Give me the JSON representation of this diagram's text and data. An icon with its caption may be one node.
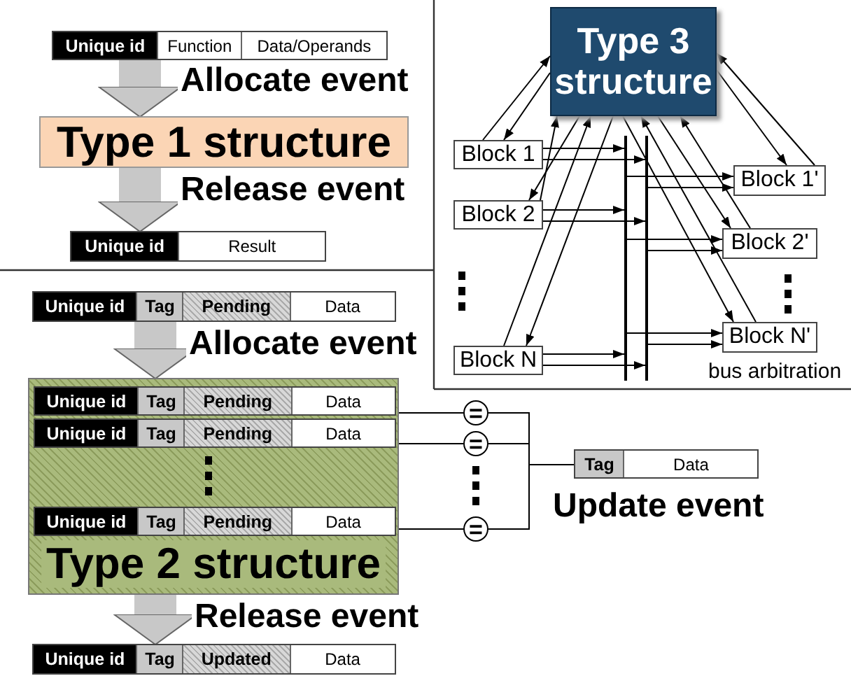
{
  "diagram": {
    "nodes": [
      {
        "text": [
          "Unique id",
          "Function",
          "Data/Operands"
        ]
      },
      {
        "text": [
          "Type 1 structure"
        ]
      },
      {
        "text": [
          "Unique id",
          "Result"
        ]
      },
      {
        "text": [
          "Type 3 structure"
        ]
      },
      {
        "text": [
          "Block 1"
        ]
      },
      {
        "text": [
          "Block 2"
        ]
      },
      {
        "text": [
          "Block N"
        ]
      },
      {
        "text": [
          "Block 1'"
        ]
      },
      {
        "text": [
          "Block 2'"
        ]
      },
      {
        "text": [
          "Block N'"
        ]
      },
      {
        "text": [],
        "shape": "bar"
      },
      {
        "text": [],
        "shape": "bar"
      },
      {
        "text": [
          "Unique id",
          "Tag",
          "Pending",
          "Data"
        ]
      },
      {
        "text": [
          "Type 2 structure"
        ]
      },
      {
        "text": [
          "Unique id",
          "Tag",
          "Pending",
          "Data"
        ],
        "in": 13
      },
      {
        "text": [
          "Unique id",
          "Tag",
          "Pending",
          "Data"
        ],
        "in": 13
      },
      {
        "text": [
          "Unique id",
          "Tag",
          "Pending",
          "Data"
        ],
        "in": 13
      },
      {
        "text": [
          "Unique id",
          "Tag",
          "Updated",
          "Data"
        ]
      },
      {
        "text": [
          "="
        ]
      },
      {
        "text": [
          "="
        ]
      },
      {
        "text": [
          "="
        ]
      },
      {
        "text": [
          "Tag",
          "Data"
        ],
        "beside": [
          "Update event"
        ]
      }
    ],
    "edges": [
      {
        "from": 0,
        "to": 1,
        "arrow": "to",
        "label": "Allocate event",
        "style": "thick",
        "color": "#c8c8c8"
      },
      {
        "from": 1,
        "to": 2,
        "arrow": "to",
        "label": "Release event",
        "style": "thick",
        "color": "#c8c8c8"
      },
      {
        "from": 12,
        "to": 13,
        "arrow": "to",
        "label": "Allocate event",
        "style": "thick",
        "color": "#c8c8c8"
      },
      {
        "from": 13,
        "to": 17,
        "arrow": "to",
        "label": "Release event",
        "style": "thick",
        "color": "#c8c8c8"
      },
      {
        "from": 4,
        "to": 3,
        "arrow": "to"
      },
      {
        "from": 3,
        "to": 4,
        "arrow": "to"
      },
      {
        "from": 5,
        "to": 3,
        "arrow": "to"
      },
      {
        "from": 3,
        "to": 5,
        "arrow": "to"
      },
      {
        "from": 6,
        "to": 3,
        "arrow": "to"
      },
      {
        "from": 3,
        "to": 6,
        "arrow": "to"
      },
      {
        "from": 7,
        "to": 3,
        "arrow": "to"
      },
      {
        "from": 3,
        "to": 7,
        "arrow": "to"
      },
      {
        "from": 8,
        "to": 3,
        "arrow": "to"
      },
      {
        "from": 3,
        "to": 8,
        "arrow": "to"
      },
      {
        "from": 9,
        "to": 3,
        "arrow": "to"
      },
      {
        "from": 3,
        "to": 9,
        "arrow": "to"
      },
      {
        "from": 4,
        "to": 10,
        "arrow": "to"
      },
      {
        "from": 4,
        "to": 11,
        "arrow": "to"
      },
      {
        "from": 5,
        "to": 10,
        "arrow": "to"
      },
      {
        "from": 5,
        "to": 11,
        "arrow": "to"
      },
      {
        "from": 6,
        "to": 10,
        "arrow": "to"
      },
      {
        "from": 6,
        "to": 11,
        "arrow": "to"
      },
      {
        "from": 10,
        "to": 7,
        "arrow": "to"
      },
      {
        "from": 11,
        "to": 7,
        "arrow": "to"
      },
      {
        "from": 10,
        "to": 8,
        "arrow": "to"
      },
      {
        "from": 11,
        "to": 8,
        "arrow": "to"
      },
      {
        "from": 10,
        "to": 9,
        "arrow": "to"
      },
      {
        "from": 11,
        "to": 9,
        "arrow": "to"
      },
      {
        "from": 14,
        "to": 18,
        "arrow": "none"
      },
      {
        "from": 15,
        "to": 19,
        "arrow": "none"
      },
      {
        "from": 16,
        "to": 20,
        "arrow": "none"
      },
      {
        "from": 18,
        "to": 21,
        "arrow": "none"
      },
      {
        "from": 19,
        "to": 21,
        "arrow": "none"
      },
      {
        "from": 20,
        "to": 21,
        "arrow": "none"
      }
    ],
    "labels": [
      "bus arbitration"
    ]
  }
}
